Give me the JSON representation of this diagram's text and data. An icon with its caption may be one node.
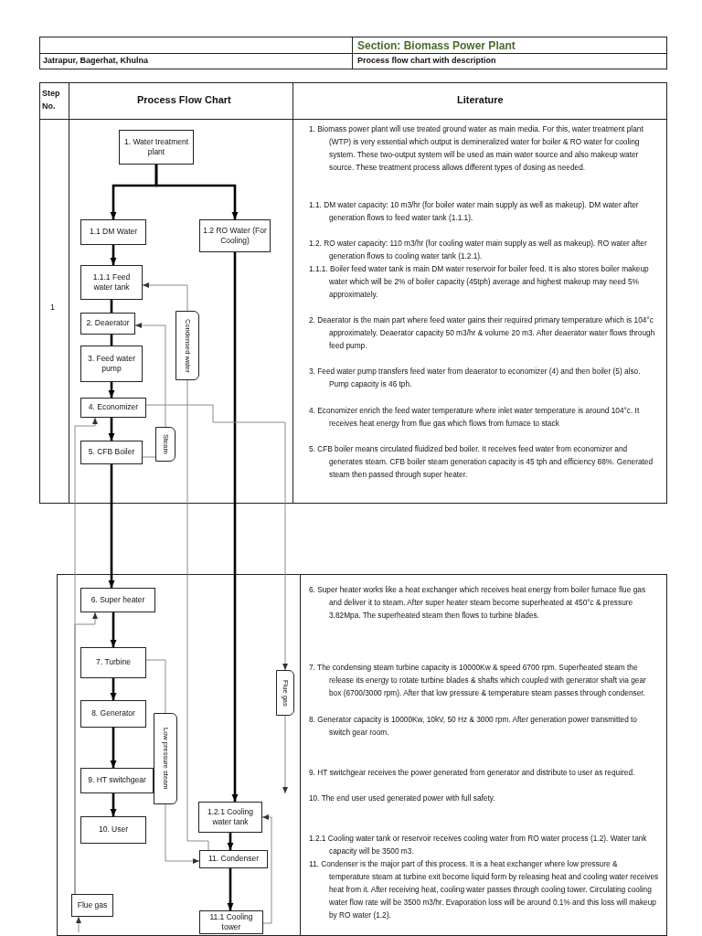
{
  "diagram": {
    "nodes": [
      {
        "text": [
          "1. Water treatment plant"
        ]
      },
      {
        "text": [
          "1.1 DM Water"
        ]
      },
      {
        "text": [
          "1.2 RO Water (For Cooling)"
        ]
      },
      {
        "text": [
          "1.1.1 Feed water tank"
        ]
      },
      {
        "text": [
          "2. Deaerator"
        ]
      },
      {
        "text": [
          "3. Feed water pump"
        ]
      },
      {
        "text": [
          "4. Economizer"
        ]
      },
      {
        "text": [
          "5. CFB Boiler"
        ]
      },
      {
        "text": [
          "Condensed water"
        ]
      },
      {
        "text": [
          "Steam"
        ]
      },
      {
        "text": [
          "6. Super heater"
        ]
      },
      {
        "text": [
          "7. Turbine"
        ]
      },
      {
        "text": [
          "8. Generator"
        ]
      },
      {
        "text": [
          "9. HT switchgear"
        ]
      },
      {
        "text": [
          "10. User"
        ]
      },
      {
        "text": [
          "Low pressure steam"
        ]
      },
      {
        "text": [
          "1.2.1 Cooling water tank"
        ]
      },
      {
        "text": [
          "11. Condenser"
        ]
      },
      {
        "text": [
          "Flue gas"
        ]
      },
      {
        "text": [
          "Flue gas"
        ]
      },
      {
        "text": [
          "11.1 Cooling tower"
        ]
      }
    ],
    "edges": [
      {
        "from": 0,
        "to": 1,
        "arrow": "to"
      },
      {
        "from": 0,
        "to": 2,
        "arrow": "to"
      },
      {
        "from": 1,
        "to": 3,
        "arrow": "to"
      },
      {
        "from": 3,
        "to": 4,
        "arrow": "none"
      },
      {
        "from": 4,
        "to": 5,
        "arrow": "none"
      },
      {
        "from": 5,
        "to": 6,
        "arrow": "to"
      },
      {
        "from": 6,
        "to": 7,
        "arrow": "to"
      },
      {
        "from": 7,
        "to": 10,
        "arrow": "to"
      },
      {
        "from": 10,
        "to": 11,
        "arrow": "to"
      },
      {
        "from": 11,
        "to": 12,
        "arrow": "to"
      },
      {
        "from": 12,
        "to": 13,
        "arrow": "to"
      },
      {
        "from": 13,
        "to": 14,
        "arrow": "to"
      },
      {
        "from": 2,
        "to": 16,
        "arrow": "to"
      },
      {
        "from": 16,
        "to": 17,
        "arrow": "to"
      },
      {
        "from": 17,
        "to": 20,
        "arrow": "to"
      },
      {
        "from": 17,
        "to": 8,
        "arrow": "none",
        "color": "#808080"
      },
      {
        "from": 8,
        "to": 3,
        "arrow": "to",
        "color": "#808080"
      },
      {
        "from": 7,
        "to": 9,
        "arrow": "none",
        "color": "#808080"
      },
      {
        "from": 9,
        "to": 4,
        "arrow": "to",
        "color": "#808080"
      },
      {
        "from": 6,
        "to": 18,
        "arrow": "to",
        "color": "#808080"
      },
      {
        "from": 18,
        "to": null,
        "arrow": "to",
        "color": "#808080"
      },
      {
        "from": null,
        "to": 19,
        "arrow": "to",
        "color": "#808080"
      },
      {
        "from": 19,
        "to": 10,
        "arrow": "to",
        "color": "#808080"
      },
      {
        "from": 19,
        "to": 6,
        "arrow": "to",
        "color": "#808080"
      },
      {
        "from": 11,
        "to": 15,
        "arrow": "none",
        "color": "#808080"
      },
      {
        "from": 15,
        "to": 17,
        "arrow": "to",
        "color": "#808080"
      },
      {
        "from": 20,
        "to": 16,
        "arrow": "to",
        "color": "#808080"
      }
    ],
    "labels": [
      "Section: Biomass Power Plant",
      "Jatrapur, Bagerhat, Khulna",
      "Process flow chart with description",
      "Step No.",
      "Process Flow Chart",
      "Literature",
      "1",
      "1. Biomass power plant will use treated ground water as main media. For this, water treatment plant (WTP) is very essential which output is demineralized water for boiler & RO water for cooling system. These two-output system will be used as main water source and also makeup water source. These treatment process allows different types of dosing as needed.",
      "1.1. DM water capacity: 10 m3/hr (for boiler water main supply as well as makeup). DM water after generation flows to feed water tank (1.1.1).",
      "1.2. RO water capacity: 110 m3/hr (for cooling water main supply as well as makeup). RO water after generation flows to cooling water tank (1.2.1).",
      "1.1.1. Boiler feed water tank is main DM water reservoir for boiler feed. It is also stores boiler makeup water which will be 2% of boiler capacity (45tph) average and highest makeup may need 5% approximately.",
      "2. Deaerator is the main part where feed water gains their required primary temperature which is 104°c approximately. Deaerator capacity 50 m3/hr & volume 20 m3. After deaerator water flows through feed pump.",
      "3. Feed water pump transfers feed water from deaerator to economizer (4) and then boiler (5) also. Pump capacity is 46 tph.",
      "4. Economizer enrich the feed water temperature where inlet water temperature is around 104°c. It receives heat energy from flue gas which flows from furnace to stack",
      "5. CFB boiler means circulated fluidized bed boiler. It receives feed water from economizer and generates steam. CFB boiler steam generation capacity is 45 tph and efficiency 88%. Generated steam then passed through super heater.",
      "6. Super heater works like a heat exchanger which receives heat energy from boiler furnace flue gas and deliver it to steam. After super heater steam become superheated at 450°c & pressure 3.82Mpa. The superheated steam then flows to turbine blades.",
      "7. The condensing steam turbine capacity is 10000Kw & speed 6700 rpm. Superheated steam the release its energy to rotate turbine blades & shafts which coupled with generator shaft via gear box (6700/3000 rpm). After that low pressure & temperature steam passes through condenser.",
      "8. Generator capacity is 10000Kw, 10kV, 50 Hz & 3000 rpm. After generation power transmitted to switch gear room.",
      "9. HT switchgear receives the power generated from generator and distribute to user as required.",
      "10. The end user used generated power with full safety.",
      "1.2.1 Cooling water tank or reservoir receives cooling water from RO water process (1.2). Water tank capacity will be 3500 m3.",
      "11. Condenser is the major part of this process. It is a heat exchanger where low pressure & temperature steam at turbine exit become liquid form by releasing heat and cooling water receives heat from it. After receiving heat, cooling water passes through cooling tower. Circulating cooling water flow rate will be 3500 m3/hr. Evaporation loss will be around 0.1% and this loss will makeup by RO water (1.2)."
    ]
  }
}
